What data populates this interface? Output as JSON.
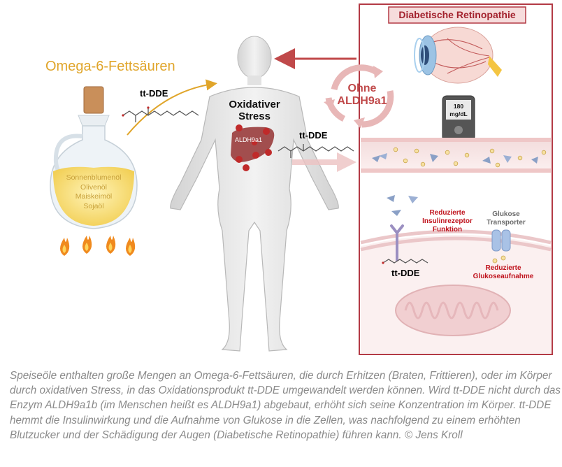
{
  "diagram": {
    "omega_label": "Omega-6-Fettsäuren",
    "oils": [
      "Sonnenblumenöl",
      "Olivenöl",
      "Maiskeimöl",
      "Sojaöl"
    ],
    "tt_dde_label": "tt-DDE",
    "oxidative_stress": "Oxidativer Stress",
    "aldh_liver_label": "ALDH9a1",
    "without_aldh": "Ohne ALDH9a1",
    "panel_title": "Diabetische Retinopathie",
    "glucose_reading": "180 mg/dL",
    "reduced_insulin_receptor": "Reduzierte Insulinrezeptor Funktion",
    "glucose_transporter": "Glukose Transporter",
    "reduced_glucose_uptake": "Reduzierte Glukoseaufnahme",
    "colors": {
      "omega": "#e0a52a",
      "panel_border": "#b33a45",
      "panel_title_bg": "#f6dcdc",
      "arrow": "#c0494a",
      "cycle": "#e8b7b7",
      "red_text": "#c0151f",
      "liver": "#a24e4e",
      "flame": "#f08a1e",
      "body": "#dcdcdc"
    }
  },
  "caption": "Speiseöle enthalten große Mengen an Omega-6-Fettsäuren, die durch Erhitzen (Braten, Frittieren), oder im Körper durch oxidativen Stress, in das Oxidationsprodukt tt-DDE umgewandelt werden können. Wird tt-DDE nicht durch das Enzym ALDH9a1b (im Menschen heißt es ALDH9a1) abgebaut, erhöht sich seine Konzentration im Körper. tt-DDE hemmt die Insulinwirkung und die Aufnahme von Glukose in die Zellen, was nachfolgend zu einem erhöhten Blutzucker und der Schädigung der Augen (Diabetische Retinopathie) führen kann. © Jens Kroll"
}
